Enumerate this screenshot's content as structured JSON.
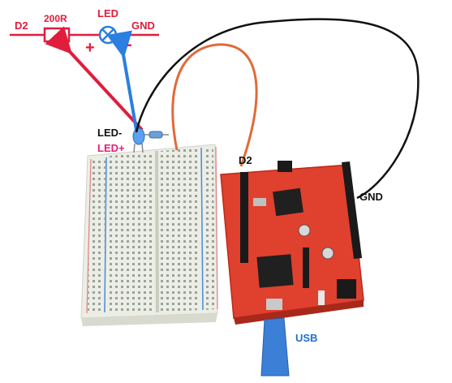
{
  "schematic": {
    "left_node": "D2",
    "resistor": "200R",
    "led": "LED",
    "right_node": "GND",
    "plus": "+",
    "minus": "-"
  },
  "labels": {
    "led_minus": "LED-",
    "led_plus": "LED+",
    "d2_pin": "D2",
    "gnd_pin": "GND",
    "usb": "USB"
  },
  "colors": {
    "schematic_red": "#e01d3c",
    "board_red": "#e0402e",
    "arrow_blue": "#2b7fe0",
    "wire_orange": "#e06a3a",
    "wire_black": "#111111",
    "usb_blue": "#3b7fd6",
    "pink_label": "#e0207a"
  }
}
